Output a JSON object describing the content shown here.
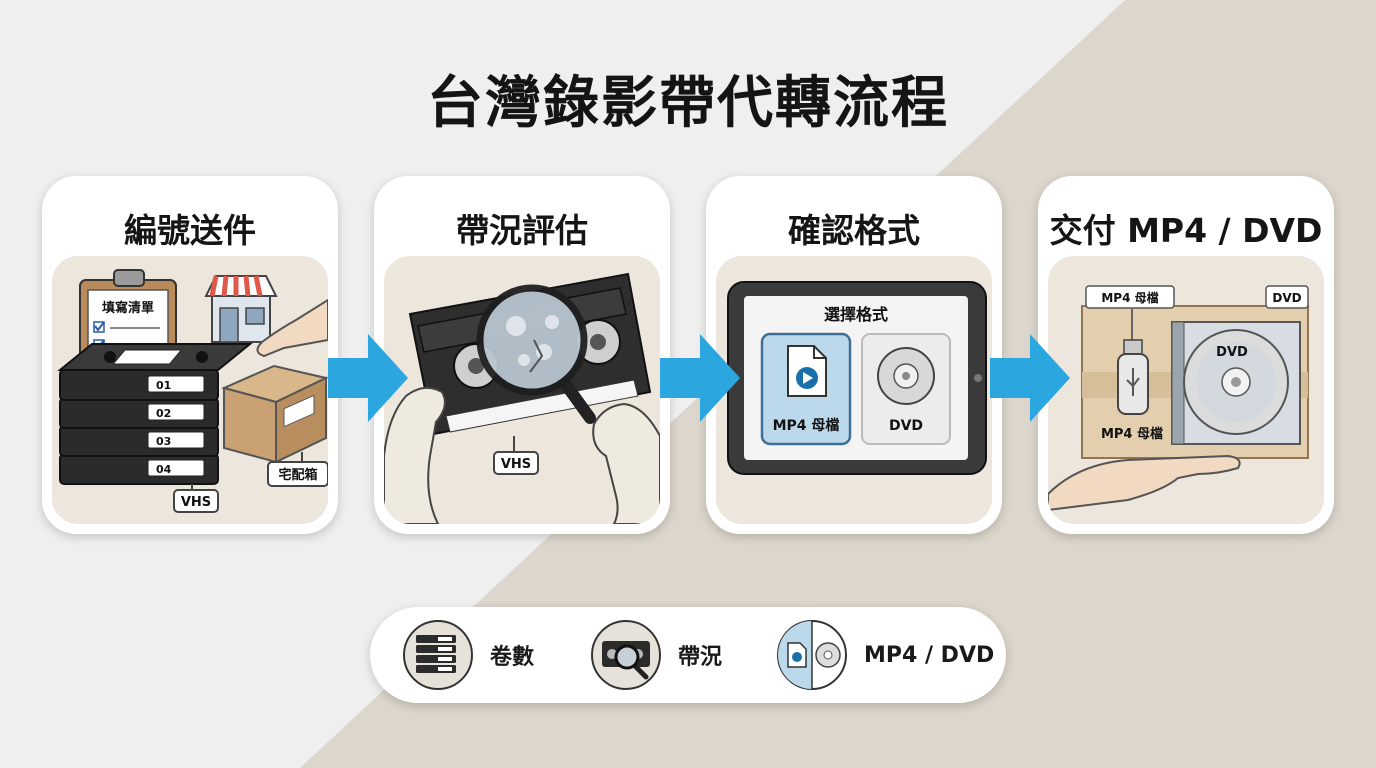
{
  "title": "台灣錄影帶代轉流程",
  "steps": [
    {
      "title": "編號送件",
      "labels": {
        "checklist": "填寫清單",
        "tape_numbers": [
          "01",
          "02",
          "03",
          "04"
        ],
        "tape_type": "VHS",
        "box": "宅配箱"
      }
    },
    {
      "title": "帶況評估",
      "labels": {
        "tape_type": "VHS"
      }
    },
    {
      "title": "確認格式",
      "labels": {
        "screen_title": "選擇格式",
        "option_mp4": "MP4 母檔",
        "option_dvd": "DVD"
      }
    },
    {
      "title": "交付 MP4 / DVD",
      "labels": {
        "usb_tag": "MP4 母檔",
        "dvd_tag": "DVD",
        "disc_label": "DVD",
        "usb_caption": "MP4 母檔"
      }
    }
  ],
  "legend": [
    {
      "icon": "tape-stack-icon",
      "label": "卷數"
    },
    {
      "icon": "tape-magnifier-icon",
      "label": "帶況"
    },
    {
      "icon": "file-disc-icon",
      "label": "MP4 / DVD"
    }
  ],
  "colors": {
    "arrow": "#2ba6df",
    "card_bg": "#ffffff",
    "illus_bg": "#ece6dc",
    "page_bg_light": "#efefef",
    "page_bg_dark": "#dcd6cc",
    "tablet_option_highlight": "#bcd9ec"
  }
}
